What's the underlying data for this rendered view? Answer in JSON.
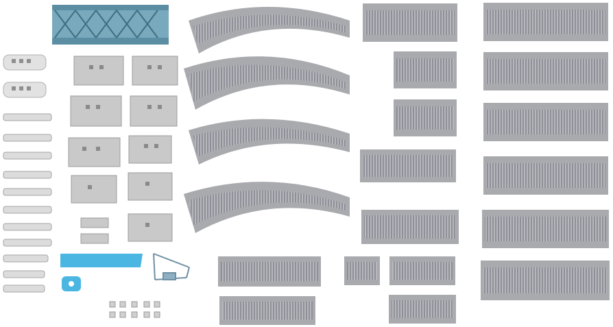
{
  "colors": {
    "background": "#ffffff",
    "track_base": "#a9aaae",
    "ballast": "#8e8f98",
    "rail": "#5c5d62",
    "tie": "#c4c5c8",
    "pier": "#c9c9c9",
    "pier_dark": "#9c9c9c",
    "bridge": "#79a9bd",
    "accent_blue": "#4cb6e3",
    "cap_white": "#e2e2e2"
  },
  "items": {
    "truss_bridge": "truss-bridge",
    "end_caps": "white-end-caps",
    "abutment_piers": "abutment-piers",
    "joiner_clips": "track-joiner-clips",
    "curved_tracks": "double-track-curved-sections",
    "straight_tracks": "double-track-straight-sections",
    "viaduct_tracks": "viaduct-straight-sections",
    "blue_rail": "blue-rerailer-strip",
    "blue_tool": "blue-track-tool",
    "catenary_frame": "catenary-frame",
    "small_parts": "small-screws-and-clips"
  }
}
